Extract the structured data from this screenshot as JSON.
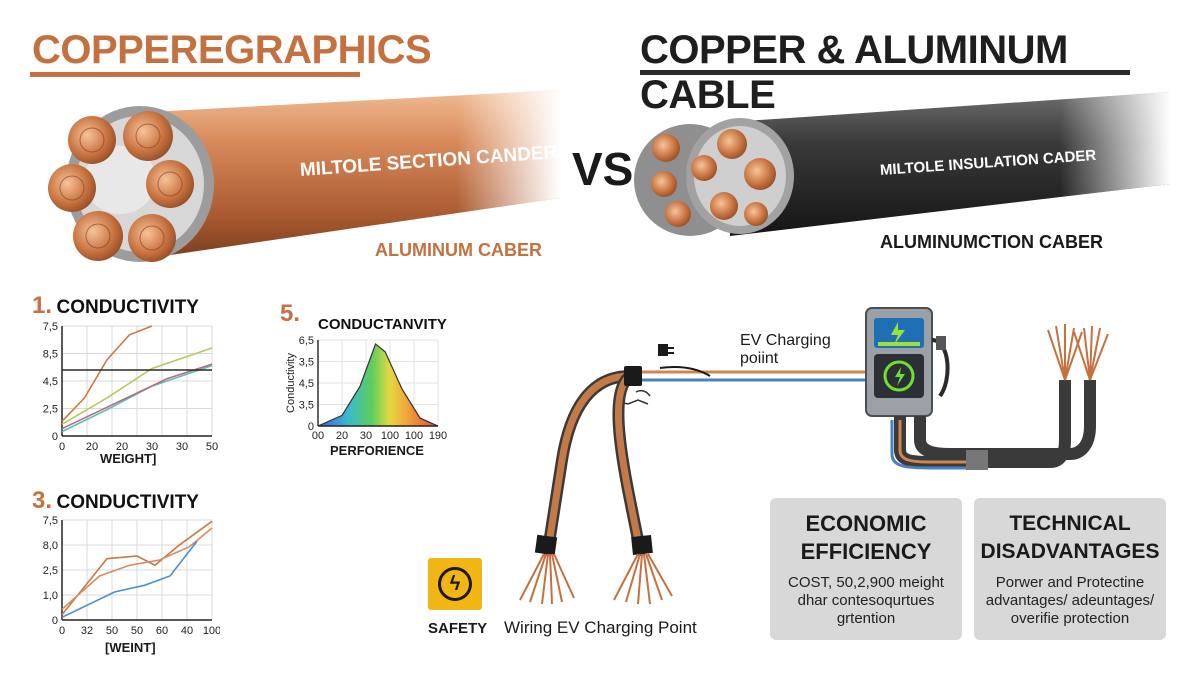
{
  "header": {
    "left_title": "COPPEREGRAPHICS",
    "right_title": "COPPER & ALUMINUM CABLE",
    "vs": "VS"
  },
  "cables": {
    "copper": {
      "section_label": "MILTOLE SECTION CANDER",
      "caption": "ALUMINUM CABER"
    },
    "aluminum": {
      "section_label": "MILTOLE INSULATION CADER",
      "caption": "ALUMINUMCTION CABER"
    }
  },
  "chart_data": [
    {
      "type": "line",
      "number": "1.",
      "title": "CONDUCTIVITY",
      "xlabel": "WEIGHT]",
      "ylabel": "",
      "x_ticks": [
        "0",
        "20",
        "20",
        "30",
        "30",
        "50"
      ],
      "y_ticks": [
        "7,5",
        "8,5",
        "4,5",
        "2,5",
        "0"
      ],
      "series": [
        {
          "color": "#c97a45",
          "values": [
            [
              0,
              1.0
            ],
            [
              0.15,
              2.6
            ],
            [
              0.3,
              5.2
            ],
            [
              0.45,
              6.9
            ],
            [
              0.6,
              7.5
            ]
          ]
        },
        {
          "color": "#b8c85a",
          "values": [
            [
              0,
              0.8
            ],
            [
              0.3,
              2.6
            ],
            [
              0.6,
              4.6
            ],
            [
              1.0,
              6.0
            ]
          ]
        },
        {
          "color": "#5cc2b0",
          "values": [
            [
              0,
              0.3
            ],
            [
              0.3,
              1.8
            ],
            [
              0.6,
              3.4
            ],
            [
              1.0,
              4.8
            ]
          ]
        },
        {
          "color": "#b46b84",
          "values": [
            [
              0,
              0.5
            ],
            [
              0.35,
              2.2
            ],
            [
              0.7,
              3.9
            ],
            [
              1.0,
              4.9
            ]
          ]
        },
        {
          "color": "#2a2a2a",
          "values": [
            [
              0,
              4.5
            ],
            [
              1.0,
              4.5
            ]
          ]
        }
      ]
    },
    {
      "type": "area",
      "number": "5.",
      "title": "CONDUCTANVITY",
      "xlabel": "PERFORIENCE",
      "ylabel": "Conductivity",
      "x_ticks": [
        "00",
        "20",
        "30",
        "100",
        "100",
        "190"
      ],
      "y_ticks": [
        "6,5",
        "3,5",
        "4,5",
        "3,5",
        "0"
      ],
      "series": [
        {
          "name": "",
          "values": [
            [
              0.0,
              0.0
            ],
            [
              0.2,
              0.8
            ],
            [
              0.35,
              3.0
            ],
            [
              0.48,
              6.2
            ],
            [
              0.56,
              5.6
            ],
            [
              0.7,
              2.8
            ],
            [
              0.85,
              0.6
            ],
            [
              1.0,
              0.0
            ]
          ]
        }
      ]
    },
    {
      "type": "line",
      "number": "3.",
      "title": "CONDUCTIVITY",
      "xlabel": "[WEINT]",
      "ylabel": "",
      "x_ticks": [
        "0",
        "32",
        "50",
        "50",
        "60",
        "40",
        "100"
      ],
      "y_ticks": [
        "7,5",
        "8,0",
        "2,5",
        "1,0",
        "0"
      ],
      "series": [
        {
          "color": "#c97a45",
          "values": [
            [
              0,
              0.4
            ],
            [
              0.3,
              4.6
            ],
            [
              0.5,
              4.8
            ],
            [
              0.62,
              4.1
            ],
            [
              0.78,
              5.6
            ],
            [
              1.0,
              7.4
            ]
          ]
        },
        {
          "color": "#d68a66",
          "values": [
            [
              0,
              0.8
            ],
            [
              0.25,
              3.3
            ],
            [
              0.45,
              4.1
            ],
            [
              0.65,
              4.5
            ],
            [
              0.85,
              5.5
            ],
            [
              1.0,
              6.9
            ]
          ]
        },
        {
          "color": "#4a8fd2",
          "values": [
            [
              0,
              0.2
            ],
            [
              0.35,
              2.1
            ],
            [
              0.55,
              2.6
            ],
            [
              0.72,
              3.3
            ],
            [
              0.9,
              5.9
            ]
          ]
        }
      ]
    }
  ],
  "diagram": {
    "ev_label": "EV Charging\npoiint",
    "wiring_label": "Wiring EV Charging Point",
    "safety_label": "SAFETY"
  },
  "cards": [
    {
      "title": "ECONOMIC\nEFFICIENCY",
      "body": "COST, 50,2,900 meight\ndhar contesoqurtues\ngrtention"
    },
    {
      "title": "TECHNICAL\nDISADVANTAGES",
      "body": "Porwer and Protectine\nadvantages/ adeuntages/\noverifie protection"
    }
  ]
}
